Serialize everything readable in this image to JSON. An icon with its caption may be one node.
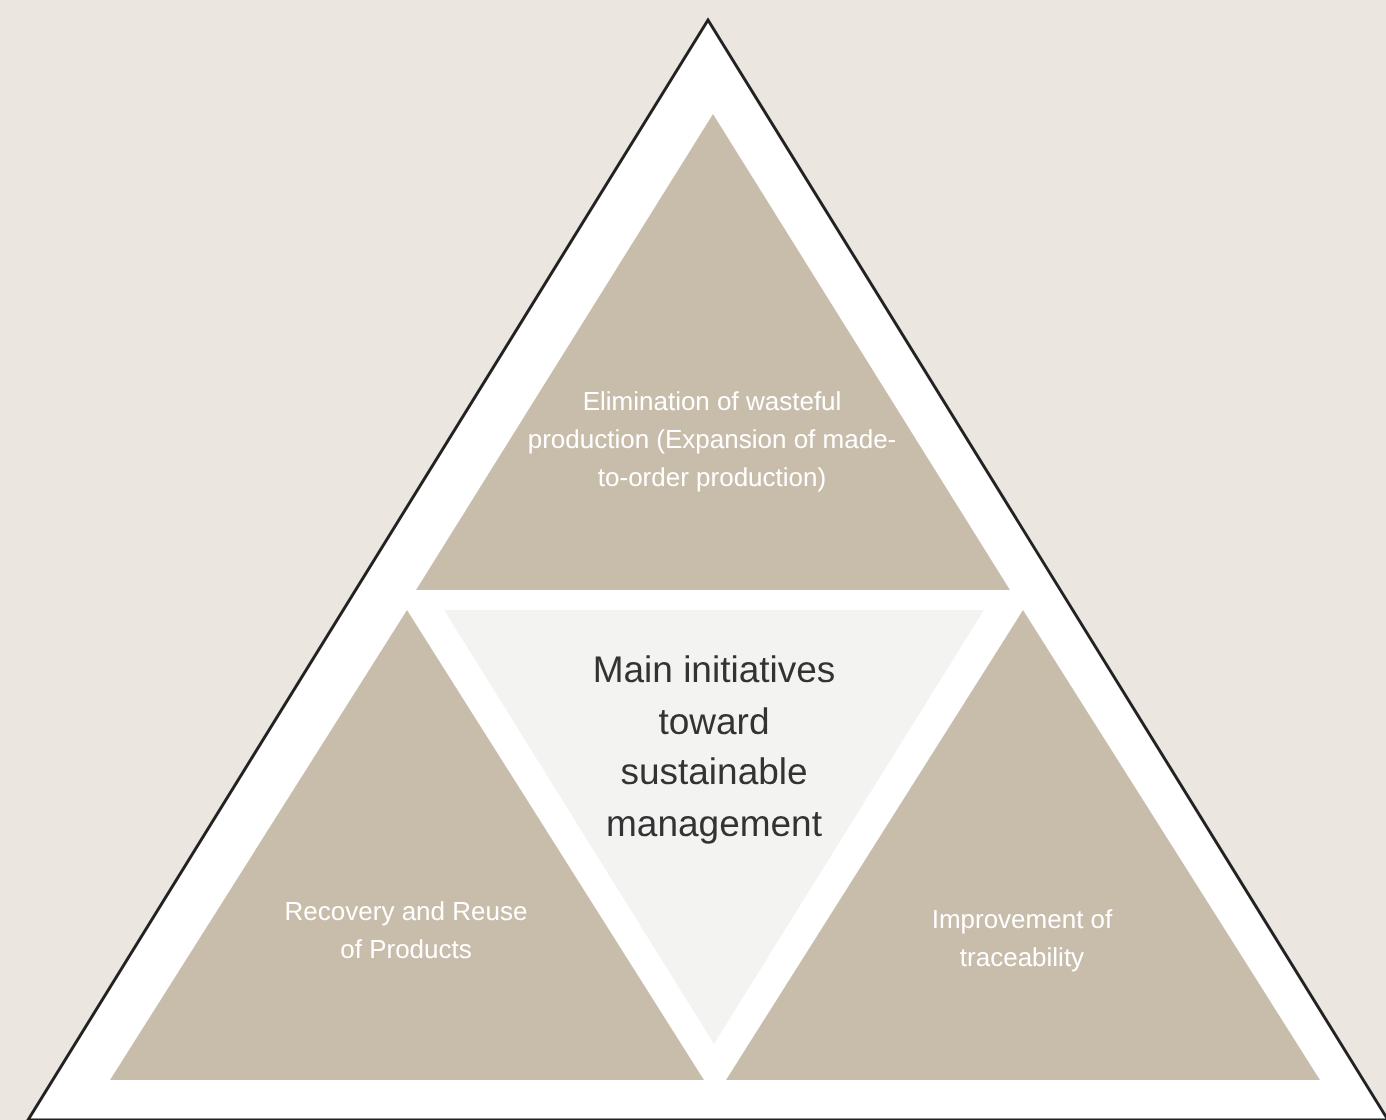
{
  "diagram": {
    "nodes": [
      {
        "text": [],
        "shape": "triangle"
      },
      {
        "text": [
          "Elimination of wasteful production (Expansion of made-to-order production)"
        ],
        "in": 0
      },
      {
        "text": [
          "Main initiatives toward sustainable management"
        ],
        "in": 0
      },
      {
        "text": [
          "Recovery and Reuse of Products"
        ],
        "in": 0
      },
      {
        "text": [
          "Improvement of traceability"
        ],
        "in": 0
      }
    ]
  }
}
